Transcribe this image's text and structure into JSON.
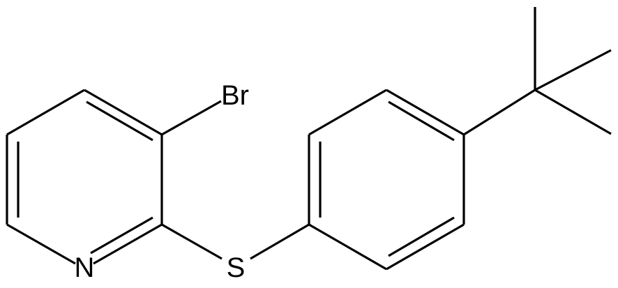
{
  "molecule": {
    "atoms": {
      "bromine": "Br",
      "nitrogen": "N",
      "sulfur": "S"
    }
  },
  "colors": {
    "background": "#ffffff",
    "ink": "#000000"
  }
}
